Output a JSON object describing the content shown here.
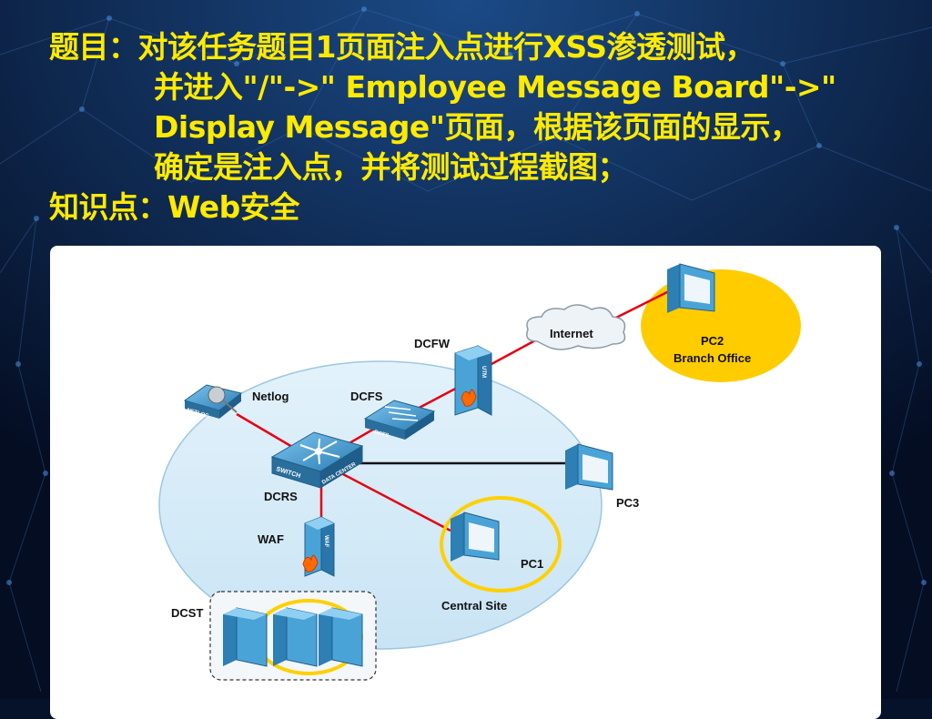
{
  "header": {
    "line1": "题目：对该任务题目1页面注入点进行XSS渗透测试，",
    "line2": "并进入\"/\"->\" Employee Message Board\"->\"",
    "line3": "Display Message\"页面，根据该页面的显示，",
    "line4": "确定是注入点，并将测试过程截图；",
    "line5": "知识点：Web安全"
  },
  "diagram": {
    "nodes": {
      "netlog": "Netlog",
      "dcfs": "DCFS",
      "dcfw": "DCFW",
      "internet": "Internet",
      "pc2": "PC2",
      "branch_office": "Branch Office",
      "dcrs": "DCRS",
      "pc3": "PC3",
      "waf": "WAF",
      "pc1": "PC1",
      "central_site": "Central Site",
      "dcst": "DCST"
    },
    "icon_text": {
      "netlog_badge": "NETLOG",
      "dcfs_badge": "DCFS",
      "utm_badge": "UTM",
      "waf_badge": "WAF",
      "switch_badge": "SWITCH",
      "datacenter_badge": "DATA CENTER"
    },
    "colors": {
      "highlight": "#ffd000",
      "link_red": "#e60012",
      "link_black": "#111111",
      "site_area": "#d6ecf8",
      "device_blue": "#3d97cc"
    }
  }
}
